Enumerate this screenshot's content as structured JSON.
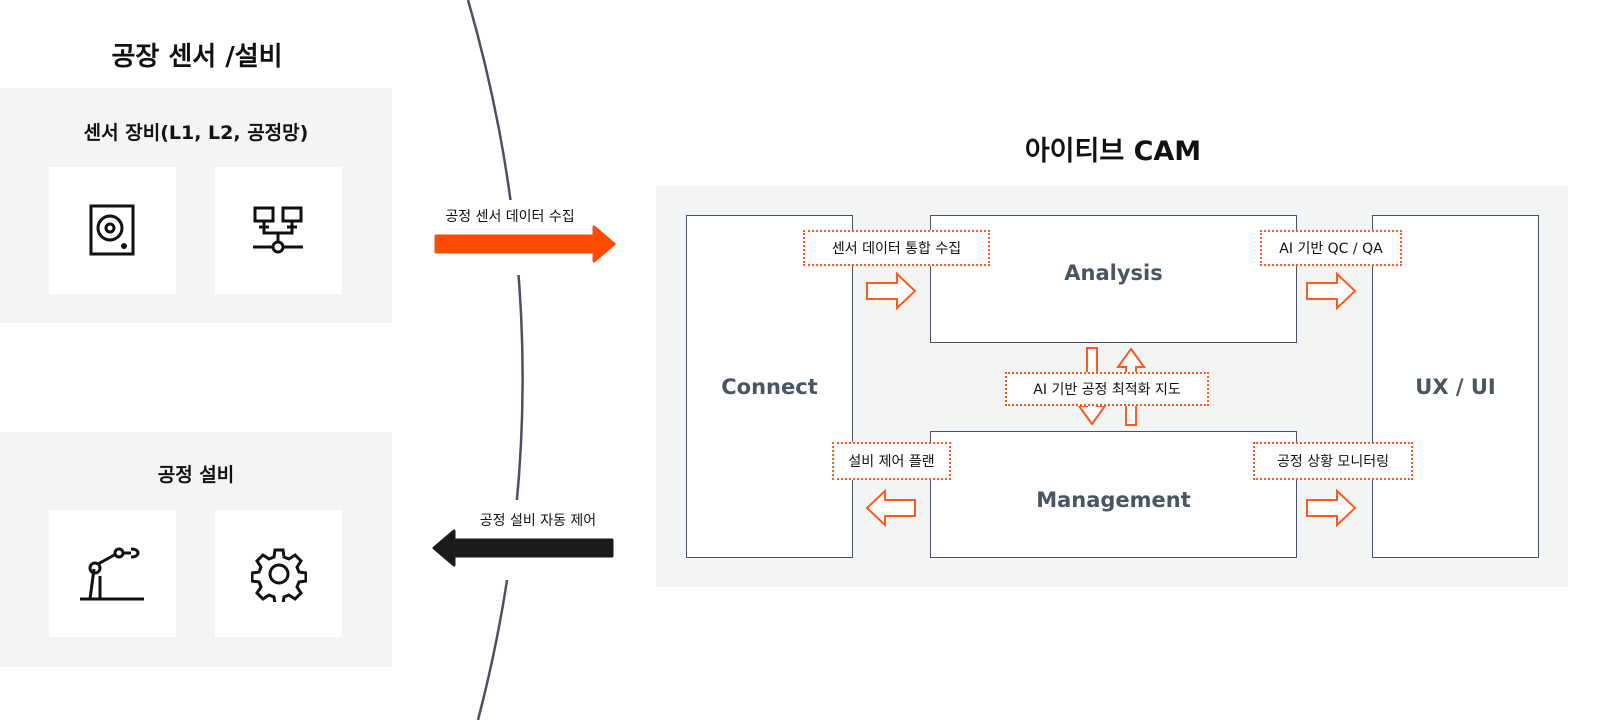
{
  "left": {
    "title": "공장 센서 /설비",
    "sensor_panel": {
      "title": "센서 장비(L1, L2, 공정망)",
      "icons": [
        "hard-disk-icon",
        "network-icon"
      ]
    },
    "equipment_panel": {
      "title": "공정 설비",
      "icons": [
        "robot-arm-icon",
        "gear-icon"
      ]
    }
  },
  "flows": {
    "collect": {
      "label": "공정 센서 데이터 수집",
      "color": "#ff4b00"
    },
    "control": {
      "label": "공정 설비 자동 제어",
      "color": "#1a1a1a"
    }
  },
  "cam": {
    "title": "아이티브 CAM",
    "modules": {
      "connect": "Connect",
      "analysis": "Analysis",
      "management": "Management",
      "uxui": "UX / UI"
    },
    "tags": {
      "sensor_integration": "센서 데이터 통합 수집",
      "ai_qc": "AI 기반 QC / QA",
      "ai_optimization": "AI 기반 공정 최적화 지도",
      "control_plan": "설비 제어 플랜",
      "monitoring": "공정 상황 모니터링"
    },
    "accent": "#ff5a1f"
  }
}
